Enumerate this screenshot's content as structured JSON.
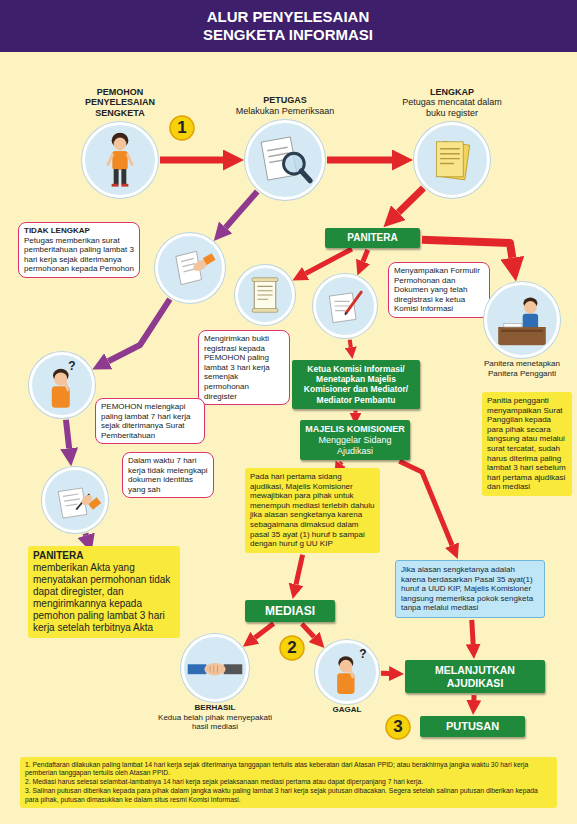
{
  "diagram": {
    "title": "ALUR PENYELESAIAN SENGKETA INFORMASI",
    "nodes": [
      {
        "text": [
          "PEMOHON PENYELESAIAN SENGKETA"
        ]
      },
      {
        "text": [
          "PETUGAS",
          "Melakukan Pemeriksaan"
        ]
      },
      {
        "text": [
          "LENGKAP",
          "Petugas mencatat dalam buku register"
        ]
      },
      {
        "text": [
          "TIDAK LENGKAP",
          "Petugas memberikan surat pemberitahuan paling lambat 3 hari kerja sejak diterimanya permohonan kepada Pemohon"
        ]
      },
      {
        "text": [
          "PANITERA"
        ]
      },
      {
        "text": [
          "Mengirimkan bukti registrasi kepada PEMOHON paling lambat 3 hari kerja semenjak permohonan diregister"
        ]
      },
      {
        "text": [
          "Menyampaikan Formulir Permohonan dan Dokumen yang telah diregistrasi ke ketua Komisi Informasi"
        ]
      },
      {
        "text": [
          "Panitera menetapkan Panitera Pengganti"
        ]
      },
      {
        "text": [
          "PEMOHON melengkapi paling lambat 7 hari kerja sejak diterimanya Surat Pemberitahuan"
        ]
      },
      {
        "text": [
          "Ketua Komisi Informasi/ Menetapkan Majelis Komisioner dan Mediator/ Mediator Pembantu"
        ]
      },
      {
        "text": [
          "MAJELIS KOMISIONER",
          "Menggelar Sidang Ajudikasi"
        ]
      },
      {
        "text": [
          "Panitia pengganti menyampaikan Surat Panggilan kepada para pihak secara langsung atau melalui surat tercatat, sudah harus diterima paling lambat 3 hari sebelum hari pertama ajudikasi dan mediasi"
        ]
      },
      {
        "text": [
          "Dalam waktu 7 hari kerja tidak melengkapi dokumen identitas yang sah"
        ]
      },
      {
        "text": [
          "Pada hari pertama sidang ajudikasi, Majelis Komisioner mewajibkan para pihak untuk menempuh mediasi terlebih dahulu jika alasan sengketanya karena sebagaimana dimaksud dalam pasal 35 ayat (1) huruf b sampai dengan huruf g UU KIP"
        ]
      },
      {
        "text": [
          "PANITERA",
          "memberikan Akta yang menyatakan permohonan tidak dapat diregister, dan mengirimkannya kepada pemohon paling lambat 3 hari kerja setelah terbitnya Akta"
        ]
      },
      {
        "text": [
          "Jika alasan sengketanya adalah karena berdasarkan Pasal 35 ayat(1) huruf a UUD KIP, Majelis Komisioner langsung memeriksa pokok sengketa tanpa melalui mediasi"
        ]
      },
      {
        "text": [
          "MEDIASI"
        ]
      },
      {
        "text": [
          "BERHASIL",
          "Kedua belah pihak menyepakati hasil mediasi"
        ]
      },
      {
        "text": [
          "GAGAL"
        ]
      },
      {
        "text": [
          "MELANJUTKAN AJUDIKASI"
        ]
      },
      {
        "text": [
          "PUTUSAN"
        ]
      },
      {
        "text": [
          "1. Pendaftaran dilakukan paling lambat 14 hari kerja sejak diterimanya tanggapan tertulis atas keberatan dari Atasan PPID; atau berakhirnya jangka waktu 30 hari kerja pemberian tanggapan tertulis oleh Atasan PPID.",
          "2. Mediasi harus selesai selambat-lambatnya 14 hari kerja sejak pelaksanaan mediasi pertama atau dapat diperpanjang 7 hari kerja.",
          "3. Salinan putusan diberikan kepada para pihak dalam jangka waktu paling lambat 3 hari kerja sejak putusan dibacakan. Segera setelah salinan putusan diberikan kepada para pihak, putusan dimasukkan ke dalam situs resmi Komisi Informasi."
        ]
      }
    ],
    "edges": [
      {
        "from": 0,
        "to": 1,
        "arrow": "to"
      },
      {
        "from": 1,
        "to": 2,
        "arrow": "to"
      },
      {
        "from": 1,
        "to": 3,
        "arrow": "to"
      },
      {
        "from": 2,
        "to": 4,
        "arrow": "to"
      },
      {
        "from": 3,
        "to": 8,
        "arrow": "to"
      },
      {
        "from": 8,
        "to": 12,
        "arrow": "to"
      },
      {
        "from": 12,
        "to": 14,
        "arrow": "to"
      },
      {
        "from": 4,
        "to": 5,
        "arrow": "to"
      },
      {
        "from": 4,
        "to": 6,
        "arrow": "to"
      },
      {
        "from": 4,
        "to": 7,
        "arrow": "to"
      },
      {
        "from": 6,
        "to": 9,
        "arrow": "to"
      },
      {
        "from": 9,
        "to": 10,
        "arrow": "to"
      },
      {
        "from": 10,
        "to": 13,
        "arrow": "to"
      },
      {
        "from": 10,
        "to": 15,
        "arrow": "to"
      },
      {
        "from": 13,
        "to": 16,
        "arrow": "to"
      },
      {
        "from": 16,
        "to": 17,
        "arrow": "to"
      },
      {
        "from": 16,
        "to": 18,
        "arrow": "to"
      },
      {
        "from": 18,
        "to": 19,
        "arrow": "to"
      },
      {
        "from": 15,
        "to": 19,
        "arrow": "to"
      },
      {
        "from": 19,
        "to": 20,
        "arrow": "to"
      }
    ],
    "labels": [
      "1",
      "2",
      "3",
      "?",
      "?"
    ]
  }
}
